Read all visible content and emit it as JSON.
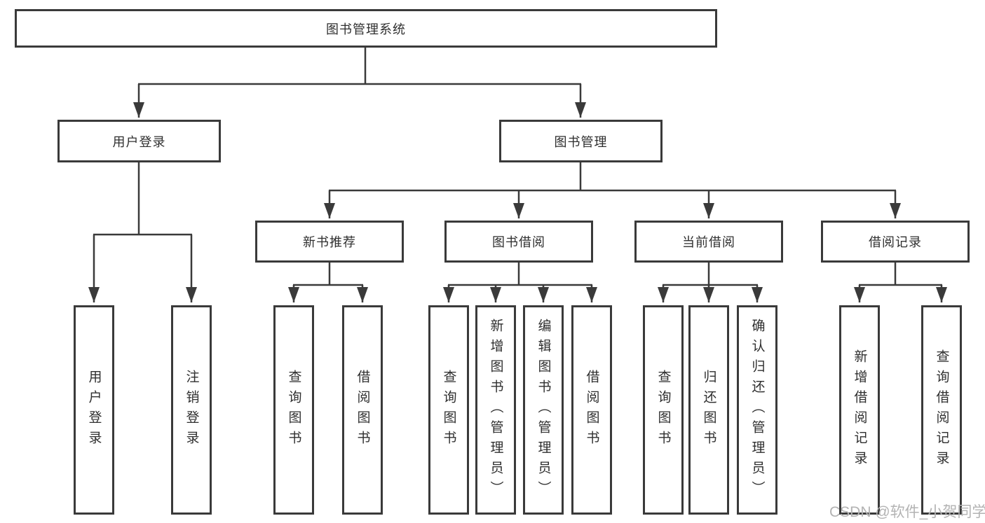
{
  "diagram": {
    "root": "图书管理系统",
    "branches": [
      {
        "label": "用户登录",
        "leaves": [
          "用户登录",
          "注销登录"
        ]
      },
      {
        "label": "图书管理",
        "groups": [
          {
            "label": "新书推荐",
            "leaves": [
              "查询图书",
              "借阅图书"
            ]
          },
          {
            "label": "图书借阅",
            "leaves": [
              "查询图书",
              "新增图书（管理员）",
              "编辑图书（管理员）",
              "借阅图书"
            ]
          },
          {
            "label": "当前借阅",
            "leaves": [
              "查询图书",
              "归还图书",
              "确认归还（管理员）"
            ]
          },
          {
            "label": "借阅记录",
            "leaves": [
              "新增借阅记录",
              "查询借阅记录"
            ]
          }
        ]
      }
    ]
  },
  "watermark": "CSDN @软件_小贺同学",
  "colors": {
    "line": "#3a3a3a",
    "box_border": "#3a3a3a",
    "text": "#2f2f2f",
    "watermark": "#b3b3b3",
    "background": "#ffffff"
  }
}
